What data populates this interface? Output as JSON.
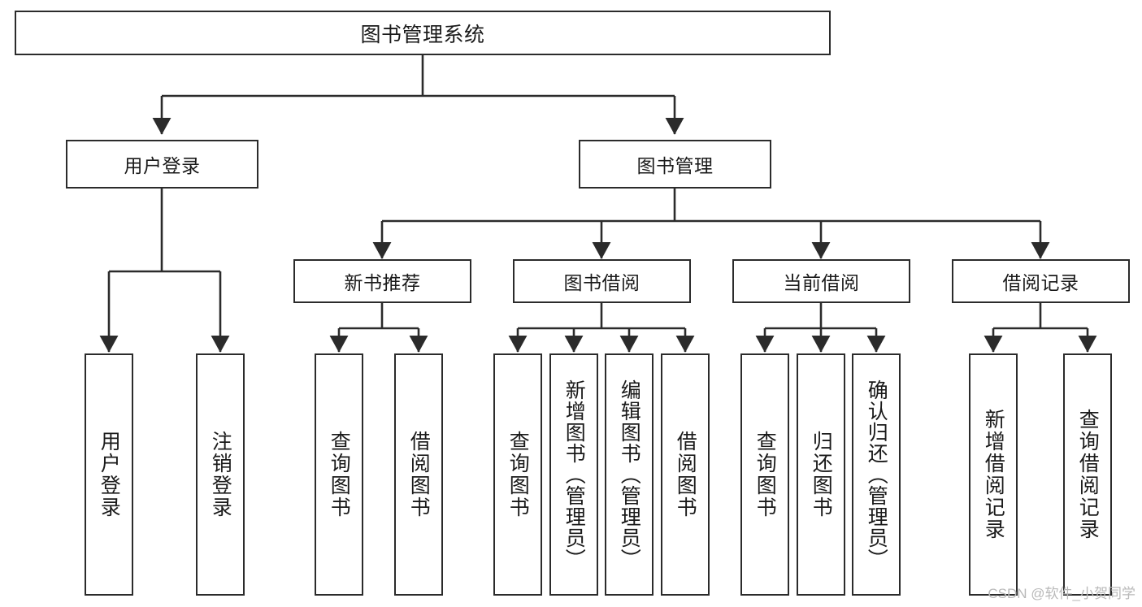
{
  "diagram": {
    "type": "tree-flowchart",
    "title": "图书管理系统",
    "watermark": "CSDN @软件_小贺同学",
    "colors": {
      "node_border": "#2b2b2b",
      "node_fill": "#ffffff",
      "edge": "#2b2b2b",
      "text": "#1a1a1a",
      "watermark": "#b9b9b9",
      "background": "#ffffff"
    },
    "nodes": {
      "root": {
        "label": "图书管理系统"
      },
      "level2": [
        {
          "id": "user-login",
          "label": "用户登录"
        },
        {
          "id": "book-manage",
          "label": "图书管理"
        }
      ],
      "level3": [
        {
          "id": "new-book-recommend",
          "label": "新书推荐"
        },
        {
          "id": "book-borrow",
          "label": "图书借阅"
        },
        {
          "id": "current-borrow",
          "label": "当前借阅"
        },
        {
          "id": "borrow-record",
          "label": "借阅记录"
        }
      ],
      "leaves": [
        {
          "id": "leaf-user-login",
          "label": "用户登录",
          "parent": "user-login"
        },
        {
          "id": "leaf-logout",
          "label": "注销登录",
          "parent": "user-login"
        },
        {
          "id": "leaf-query-book-1",
          "label": "查询图书",
          "parent": "new-book-recommend"
        },
        {
          "id": "leaf-borrow-book-1",
          "label": "借阅图书",
          "parent": "new-book-recommend"
        },
        {
          "id": "leaf-query-book-2",
          "label": "查询图书",
          "parent": "book-borrow"
        },
        {
          "id": "leaf-add-book",
          "label": "新增图书（管理员）",
          "parent": "book-borrow"
        },
        {
          "id": "leaf-edit-book",
          "label": "编辑图书（管理员）",
          "parent": "book-borrow"
        },
        {
          "id": "leaf-borrow-book-2",
          "label": "借阅图书",
          "parent": "book-borrow"
        },
        {
          "id": "leaf-query-book-3",
          "label": "查询图书",
          "parent": "current-borrow"
        },
        {
          "id": "leaf-return-book",
          "label": "归还图书",
          "parent": "current-borrow"
        },
        {
          "id": "leaf-confirm-return",
          "label": "确认归还（管理员）",
          "parent": "current-borrow"
        },
        {
          "id": "leaf-add-record",
          "label": "新增借阅记录",
          "parent": "borrow-record"
        },
        {
          "id": "leaf-query-record",
          "label": "查询借阅记录",
          "parent": "borrow-record"
        }
      ]
    }
  }
}
